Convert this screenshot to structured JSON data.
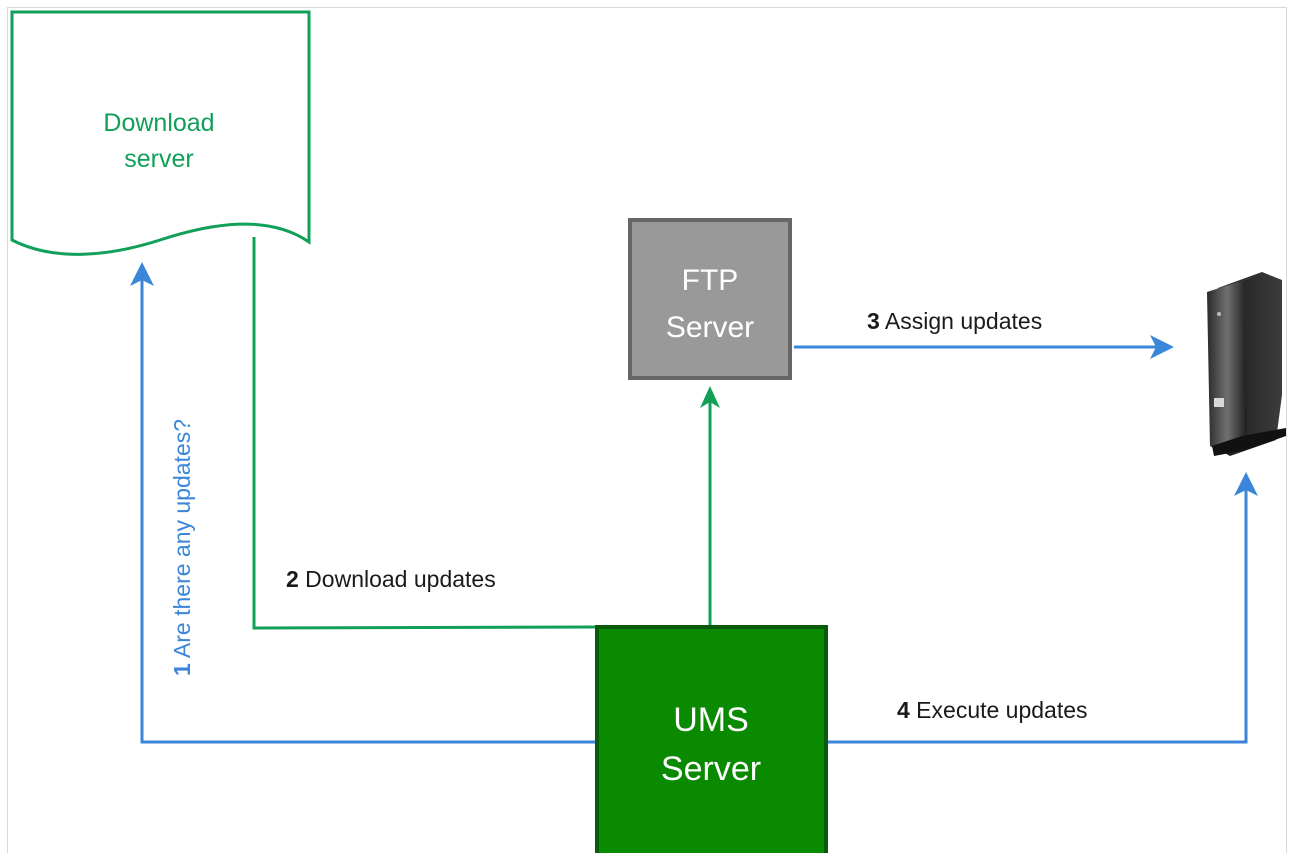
{
  "colors": {
    "green_line": "#10a058",
    "blue_line": "#3a86d8",
    "download_text": "#10a058",
    "ftp_fill": "#999999",
    "ftp_border": "#666666",
    "ums_fill": "#0a8a00",
    "ums_border": "#0b5a0b",
    "box_text": "#ffffff",
    "label_text": "#1a1a1a",
    "step1_text": "#3a86d8"
  },
  "download_server": {
    "line1": "Download",
    "line2": "server"
  },
  "ftp_server": {
    "line1": "FTP",
    "line2": "Server"
  },
  "ums_server": {
    "line1": "UMS",
    "line2": "Server"
  },
  "steps": [
    {
      "num": "1",
      "text": " Are there any updates?"
    },
    {
      "num": "2",
      "text": " Download updates"
    },
    {
      "num": "3",
      "text": " Assign updates"
    },
    {
      "num": "4",
      "text": " Execute updates"
    }
  ],
  "thin_client": {
    "icon": "thin-client-device-icon"
  }
}
